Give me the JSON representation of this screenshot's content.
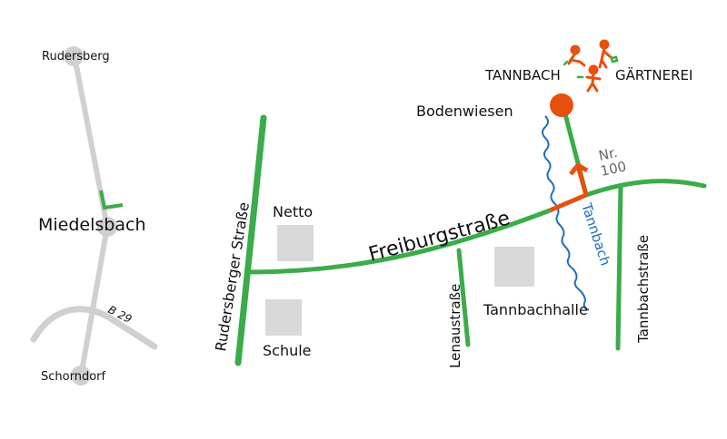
{
  "overview": {
    "places": [
      "Rudersberg",
      "Miedelsbach",
      "Schorndorf"
    ],
    "road_label": "B 29"
  },
  "detail": {
    "streets": {
      "rudersberger": "Rudersberger Straße",
      "freiburg": "Freiburgstraße",
      "lenau": "Lenaustraße",
      "tannbachstrasse": "Tannbachstraße"
    },
    "creek": "Tannbach",
    "landmarks": {
      "netto": "Netto",
      "schule": "Schule",
      "tannbachhalle": "Tannbachhalle",
      "bodenwiesen": "Bodenwiesen"
    },
    "house_number": {
      "line1": "Nr.",
      "line2": "100"
    },
    "business": {
      "left": "TANNBACH",
      "right": "GÄRTNEREI"
    }
  },
  "colors": {
    "street": "#3aac4a",
    "overview_road": "#d0d0d0",
    "destination": "#e8500f",
    "creek": "#1f6fc0",
    "building": "#d9d9d9"
  }
}
